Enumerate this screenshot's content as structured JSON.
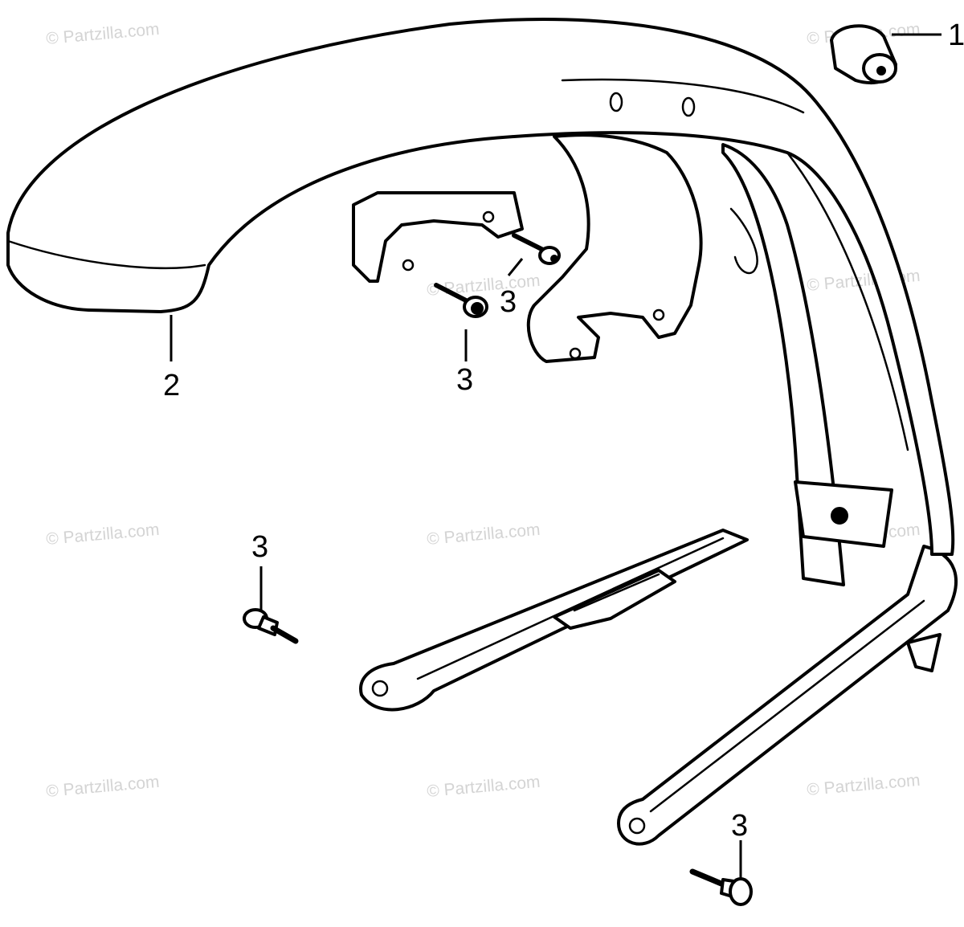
{
  "watermark": "© Partzilla.com",
  "callouts": {
    "cap": "1",
    "fender": "2",
    "bolt_a": "3",
    "bolt_b": "3",
    "bolt_c": "3",
    "bolt_d": "3"
  }
}
